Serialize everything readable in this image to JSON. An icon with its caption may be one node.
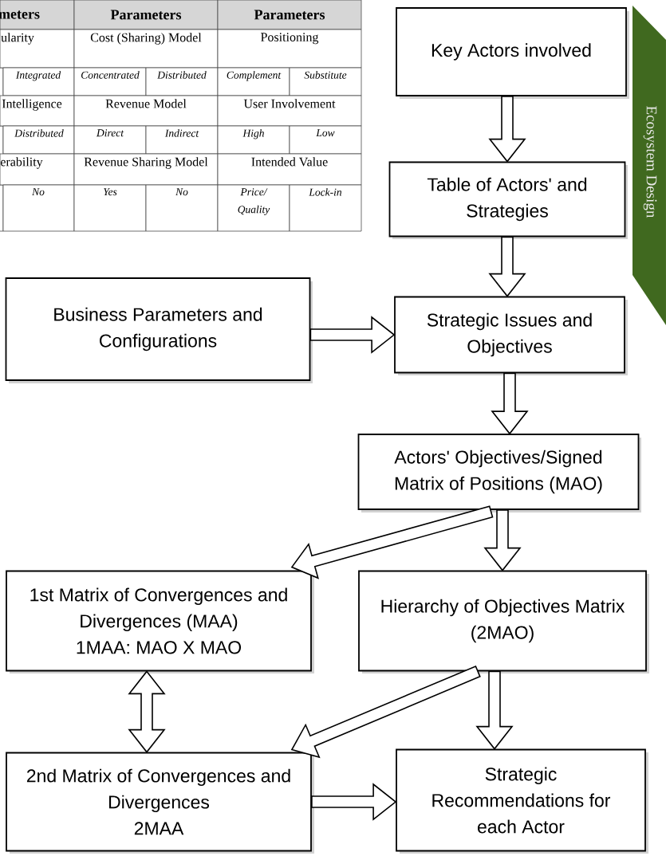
{
  "diagram": {
    "nodes": [
      {
        "text": [
          "Ecosystem Design"
        ]
      },
      {
        "text": [
          "Key Actors involved"
        ]
      },
      {
        "text": [
          "Table of Actors' and Strategies"
        ]
      },
      {
        "text": [
          "Business Parameters and Configurations"
        ]
      },
      {
        "text": [
          "Strategic Issues and Objectives"
        ]
      },
      {
        "text": [
          "Actors' Objectives/Signed Matrix of Positions (MAO)"
        ]
      },
      {
        "text": [
          "1st Matrix of Convergences and Divergences (MAA)",
          "1MAA: MAO X MAO"
        ]
      },
      {
        "text": [
          "Hierarchy of Objectives Matrix (2MAO)"
        ]
      },
      {
        "text": [
          "2nd Matrix of Convergences and Divergences",
          "2MAA"
        ]
      },
      {
        "text": [
          "Strategic Recommendations for each Actor"
        ]
      }
    ],
    "edges": [
      {
        "from": 1,
        "to": 2,
        "arrow": "to"
      },
      {
        "from": 2,
        "to": 4,
        "arrow": "to"
      },
      {
        "from": 3,
        "to": 4,
        "arrow": "to"
      },
      {
        "from": 4,
        "to": 5,
        "arrow": "to"
      },
      {
        "from": 5,
        "to": 6,
        "arrow": "to"
      },
      {
        "from": 5,
        "to": 7,
        "arrow": "to"
      },
      {
        "from": 6,
        "to": 8,
        "arrow": "both"
      },
      {
        "from": 7,
        "to": 8,
        "arrow": "to"
      },
      {
        "from": 7,
        "to": 9,
        "arrow": "to"
      },
      {
        "from": 8,
        "to": 9,
        "arrow": "to"
      }
    ],
    "labels": [
      "meters",
      "Parameters",
      "Parameters",
      "ularity",
      "Cost (Sharing) Model",
      "Positioning",
      "Integrated",
      "Concentrated",
      "Distributed",
      "Complement",
      "Substitute",
      "Intelligence",
      "Revenue Model",
      "User Involvement",
      "Distributed",
      "Direct",
      "Indirect",
      "High",
      "Low",
      "erability",
      "Revenue Sharing Model",
      "Intended Value",
      "No",
      "Yes",
      "No",
      "Price/ Quality",
      "Lock-in"
    ]
  }
}
